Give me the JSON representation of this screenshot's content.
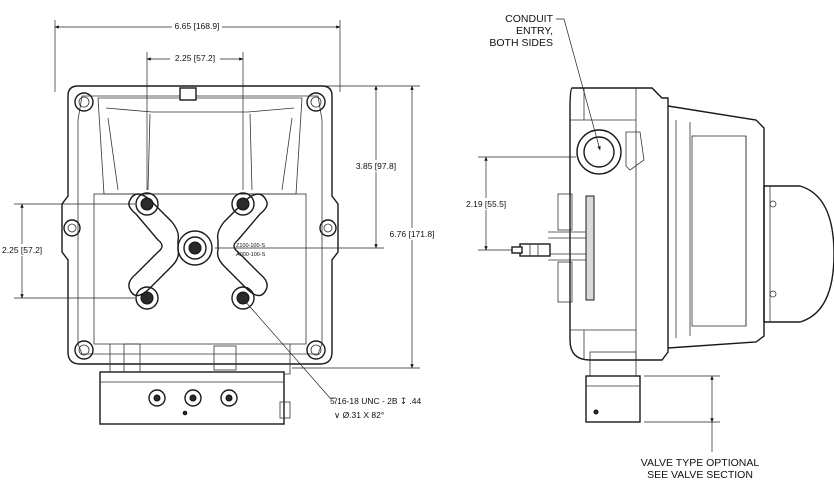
{
  "dimensions": {
    "overall_width": "6.65 [168.9]",
    "hole_spacing_horizontal": "2.25 [57.2]",
    "hole_spacing_vertical": "2.25 [57.2]",
    "height_to_center": "3.85 [97.8]",
    "overall_height": "6.76 [171.8]",
    "side_height": "2.19 [55.5]"
  },
  "callouts": {
    "conduit_line1": "CONDUIT",
    "conduit_line2": "ENTRY,",
    "conduit_line3": "BOTH SIDES",
    "thread_spec": "5/16-18 UNC - 2B ↧ .44",
    "countersink_spec": "∨ Ø.31 X 82°",
    "valve_line1": "VALVE TYPE OPTIONAL",
    "valve_line2": "SEE VALVE SECTION"
  },
  "markings": {
    "line1": "Z100-100-S",
    "line2": "A000-100-S"
  }
}
